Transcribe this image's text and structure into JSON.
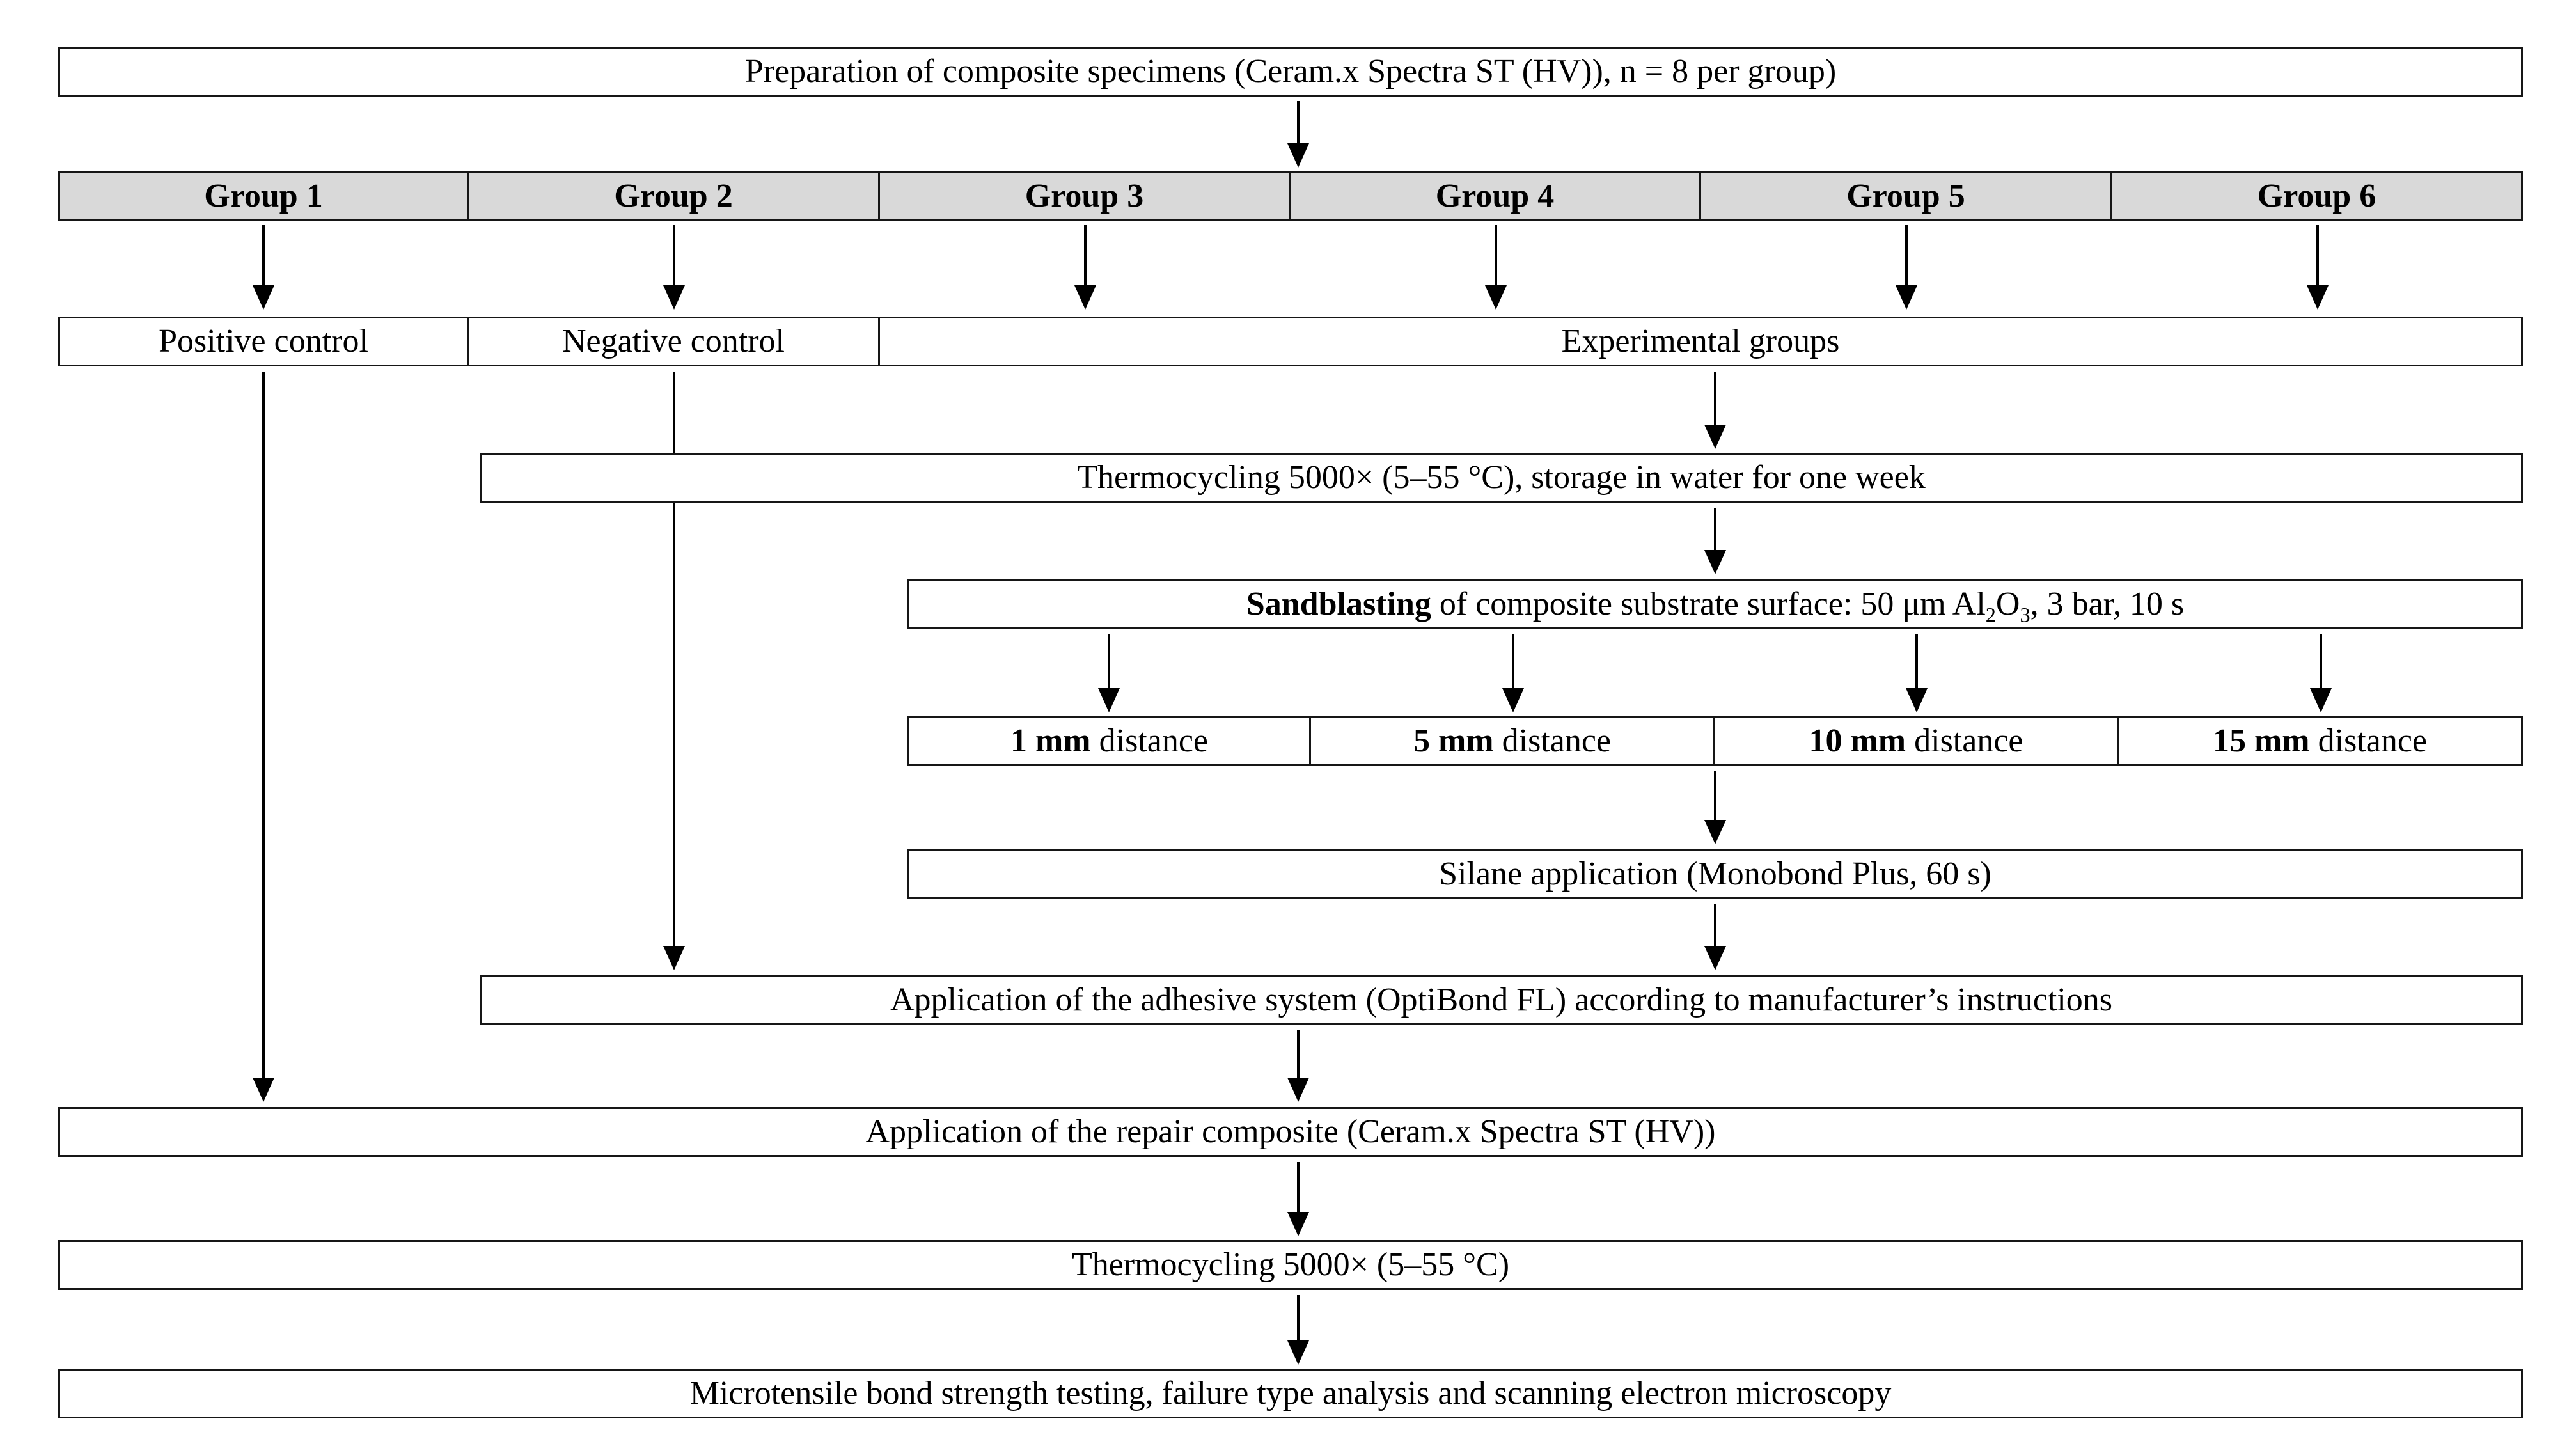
{
  "flow": {
    "title": "Preparation of composite specimens (Ceram.x Spectra ST (HV)), n = 8 per group)",
    "groups": [
      {
        "label": "Group 1"
      },
      {
        "label": "Group 2"
      },
      {
        "label": "Group 3"
      },
      {
        "label": "Group 4"
      },
      {
        "label": "Group 5"
      },
      {
        "label": "Group 6"
      }
    ],
    "branches": {
      "positive": "Positive control",
      "negative": "Negative control",
      "experimental": "Experimental groups"
    },
    "thermocycling1": "Thermocycling 5000× (5–55 °C), storage in water for one week",
    "sandblasting": {
      "bold": "Sandblasting",
      "t1": " of composite substrate surface: 50 μm Al",
      "s1": "2",
      "t2": "O",
      "s2": "3",
      "t3": ", 3 bar, 10 s"
    },
    "distances": [
      {
        "bold": "1 mm",
        "rest": " distance"
      },
      {
        "bold": "5 mm",
        "rest": " distance"
      },
      {
        "bold": "10 mm",
        "rest": " distance"
      },
      {
        "bold": "15 mm",
        "rest": " distance"
      }
    ],
    "silane": "Silane application (Monobond Plus, 60 s)",
    "adhesive": "Application of the adhesive system (OptiBond FL) according to manufacturer’s instructions",
    "repair": "Application of the repair composite (Ceram.x Spectra ST (HV))",
    "thermocycling2": "Thermocycling 5000× (5–55 °C)",
    "final": "Microtensile bond strength testing, failure type analysis and scanning electron microscopy",
    "colors": {
      "header_fill": "#d9d9d9",
      "border": "#161616",
      "text": "#000000"
    }
  }
}
